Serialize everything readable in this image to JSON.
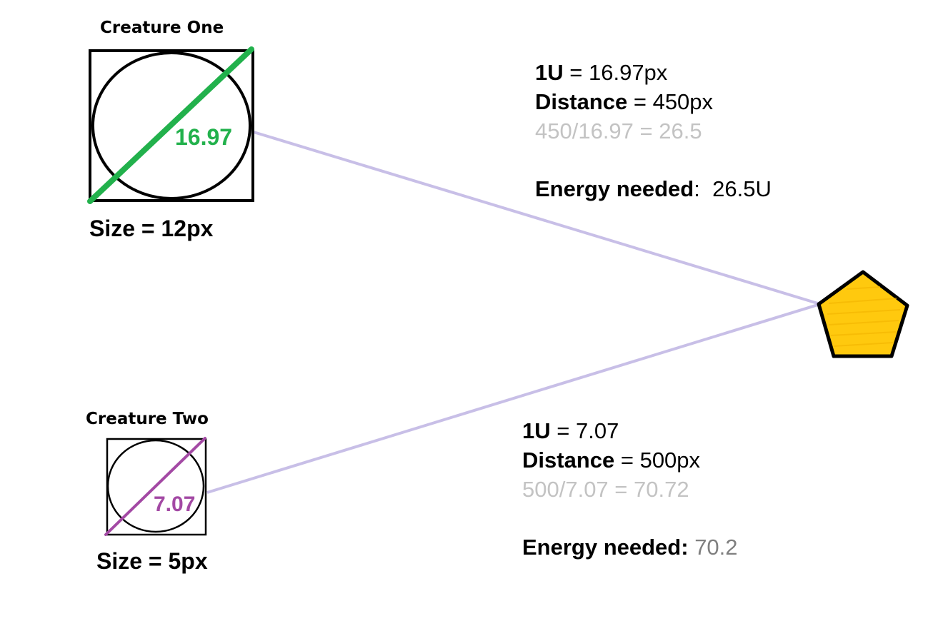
{
  "creatures": [
    {
      "title": "Creature One",
      "diagonal_value": "16.97",
      "size_label": "Size = 12px",
      "diagonal_color": "#22b14c",
      "info": {
        "unit_label": "1U",
        "unit_value": "= 16.97px",
        "distance_label": "Distance",
        "distance_value": "= 450px",
        "calculation": "450/16.97 = 26.5",
        "energy_label": "Energy needed",
        "energy_colon": ":",
        "energy_value": "26.5U"
      }
    },
    {
      "title": "Creature Two",
      "diagonal_value": "7.07",
      "size_label": "Size = 5px",
      "diagonal_color": "#a349a4",
      "info": {
        "unit_label": "1U",
        "unit_value": "= 7.07",
        "distance_label": "Distance",
        "distance_value": "= 500px",
        "calculation": "500/7.07 = 70.72",
        "energy_label": "Energy needed:",
        "energy_colon": "",
        "energy_value": "70.2"
      }
    }
  ],
  "colors": {
    "connector_line": "#c8bfe7",
    "target_fill": "#ffc90e",
    "outline": "#000000",
    "calculation_text": "#c3c3c3",
    "energy_two_text": "#7f7f7f"
  },
  "target": {
    "shape": "pentagon-icon"
  }
}
